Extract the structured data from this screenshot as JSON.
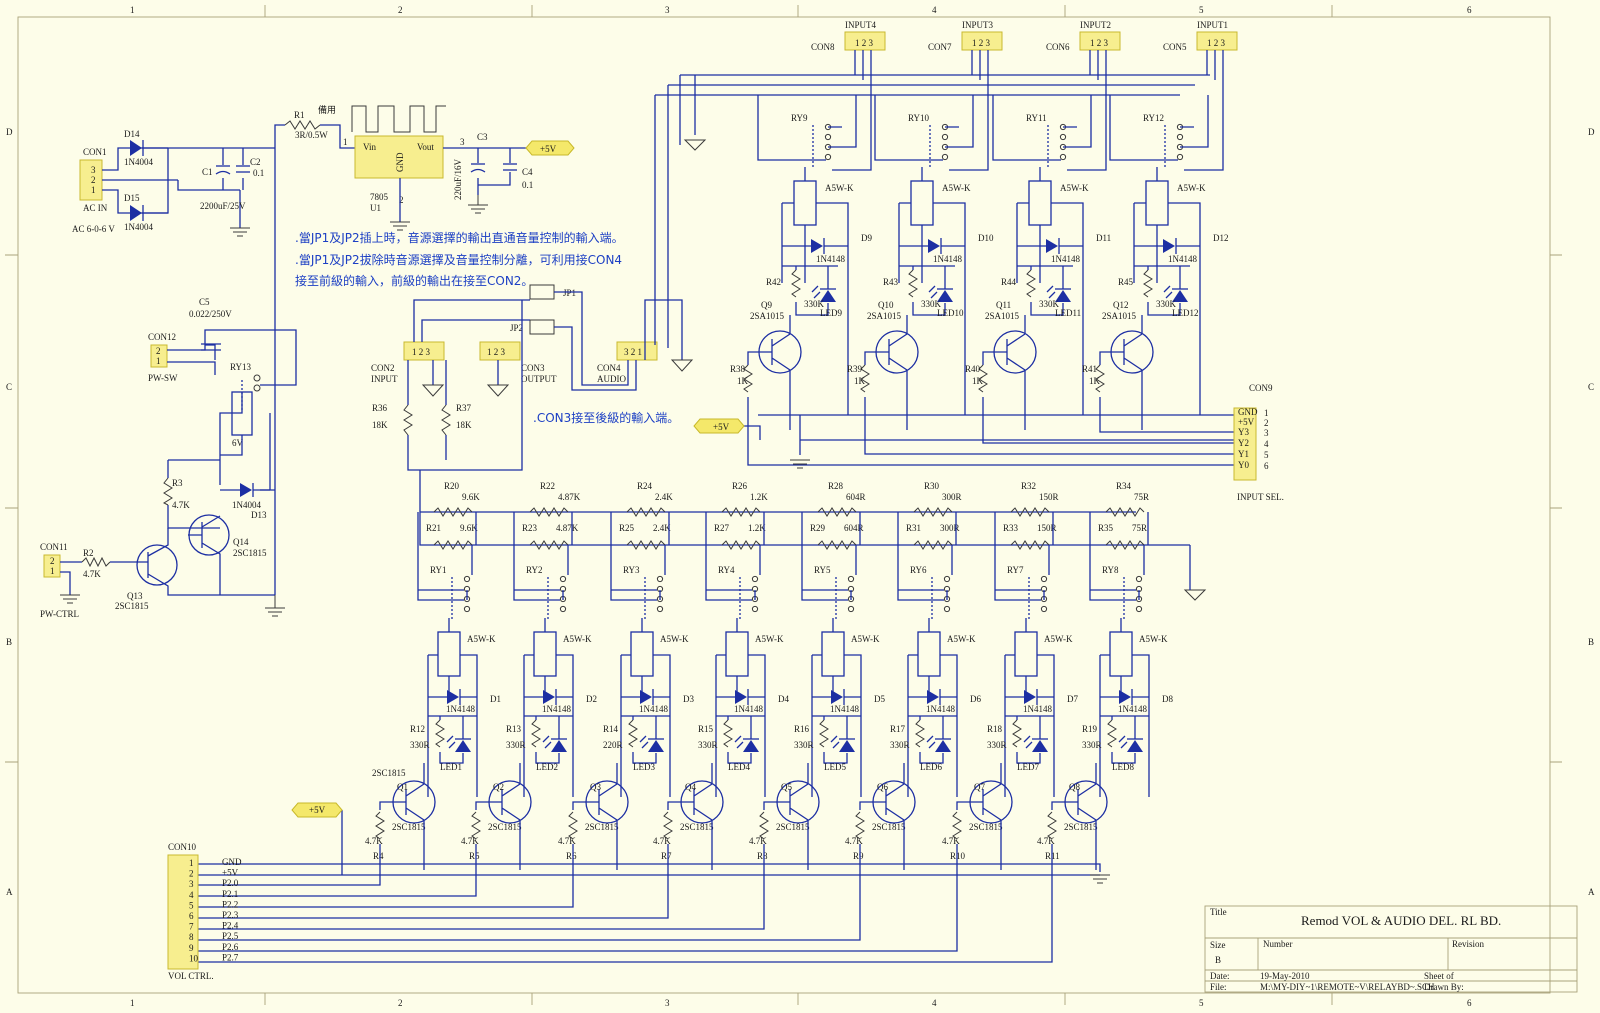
{
  "frame": {
    "columns": [
      "1",
      "2",
      "3",
      "4",
      "5",
      "6"
    ],
    "rows": [
      "D",
      "C",
      "B",
      "A"
    ]
  },
  "title_block": {
    "title_label": "Title",
    "title": "Remod VOL & AUDIO DEL. RL BD.",
    "size_label": "Size",
    "size": "B",
    "number_label": "Number",
    "revision_label": "Revision",
    "date_label": "Date:",
    "date": "19-May-2010",
    "sheet_label": "Sheet    of",
    "file_label": "File:",
    "file": "M:\\MY-DIY~1\\REMOTE~V\\RELAYBD~.SCH",
    "drawn_label": "Drawn By:"
  },
  "power": {
    "con1": {
      "ref": "CON1",
      "pins": [
        "3",
        "2",
        "1"
      ],
      "label": "AC IN",
      "sub": "AC 6-0-6 V"
    },
    "d14": {
      "ref": "D14",
      "value": "1N4004"
    },
    "d15": {
      "ref": "D15",
      "value": "1N4004"
    },
    "c1": {
      "ref": "C1",
      "value": "2200uF/25V"
    },
    "c2": {
      "ref": "C2",
      "value": "0.1"
    },
    "r1": {
      "ref": "R1",
      "value": "3R/0.5W",
      "note": "備用"
    },
    "u1": {
      "ref": "U1",
      "value": "7805",
      "vin": "Vin",
      "vout": "Vout",
      "gnd": "GND",
      "p1": "1",
      "p2": "2",
      "p3": "3"
    },
    "c3": {
      "ref": "C3",
      "value": "220uF/16V"
    },
    "c4": {
      "ref": "C4",
      "value": "0.1"
    },
    "plus5v": "+5V"
  },
  "notes": [
    ".當JP1及JP2插上時，音源選擇的輸出直通音量控制的輸入端。",
    ".當JP1及JP2拔除時音源選擇及音量控制分離，可利用接CON4",
    " 接至前級的輸入，前級的輸出在接至CON2。",
    ".CON3接至後級的輸入端。"
  ],
  "jumpers": {
    "jp1": "JP1",
    "jp2": "JP2"
  },
  "con2": {
    "ref": "CON2",
    "label": "INPUT",
    "pins": "1 2 3"
  },
  "con3": {
    "ref": "CON3",
    "label": "OUTPUT",
    "pins": "1 2 3"
  },
  "con4": {
    "ref": "CON4",
    "label": "AUDIO",
    "pins": "3 2 1"
  },
  "r36": {
    "ref": "R36",
    "value": "18K"
  },
  "r37": {
    "ref": "R37",
    "value": "18K"
  },
  "pwr_ctrl": {
    "c5": {
      "ref": "C5",
      "value": "0.022/250V"
    },
    "con12": {
      "ref": "CON12",
      "pins": [
        "2",
        "1"
      ],
      "label": "PW-SW"
    },
    "ry13": {
      "ref": "RY13",
      "coil": "6V"
    },
    "r3": {
      "ref": "R3",
      "value": "4.7K"
    },
    "d13": {
      "ref": "D13",
      "value": "1N4004"
    },
    "q14": {
      "ref": "Q14",
      "value": "2SC1815"
    },
    "con11": {
      "ref": "CON11",
      "pins": [
        "2",
        "1"
      ],
      "label": "PW-CTRL"
    },
    "r2": {
      "ref": "R2",
      "value": "4.7K"
    },
    "q13": {
      "ref": "Q13",
      "value": "2SC1815"
    }
  },
  "inputs": [
    {
      "input": "INPUT4",
      "con": "CON8",
      "ry": "RY9",
      "coil": "A5W-K",
      "d": "D9",
      "dval": "1N4148",
      "r": "R42",
      "rval": "330K",
      "led": "LED9",
      "q": "Q9",
      "qval": "2SA1015",
      "rb": "R38",
      "rbval": "1K"
    },
    {
      "input": "INPUT3",
      "con": "CON7",
      "ry": "RY10",
      "coil": "A5W-K",
      "d": "D10",
      "dval": "1N4148",
      "r": "R43",
      "rval": "330K",
      "led": "LED10",
      "q": "Q10",
      "qval": "2SA1015",
      "rb": "R39",
      "rbval": "1K"
    },
    {
      "input": "INPUT2",
      "con": "CON6",
      "ry": "RY11",
      "coil": "A5W-K",
      "d": "D11",
      "dval": "1N4148",
      "r": "R44",
      "rval": "330K",
      "led": "LED11",
      "q": "Q11",
      "qval": "2SA1015",
      "rb": "R40",
      "rbval": "1K"
    },
    {
      "input": "INPUT1",
      "con": "CON5",
      "ry": "RY12",
      "coil": "A5W-K",
      "d": "D12",
      "dval": "1N4148",
      "r": "R45",
      "rval": "330K",
      "led": "LED12",
      "q": "Q12",
      "qval": "2SA1015",
      "rb": "R41",
      "rbval": "1K"
    }
  ],
  "con9": {
    "ref": "CON9",
    "label": "INPUT SEL.",
    "signals": [
      "GND",
      "+5V",
      "Y3",
      "Y2",
      "Y1",
      "Y0"
    ],
    "pins": [
      "1",
      "2",
      "3",
      "4",
      "5",
      "6"
    ],
    "plus5v": "+5V"
  },
  "attenuator": [
    {
      "rt": "R20",
      "rtv": "9.6K",
      "rb": "R21",
      "rbv": "9.6K",
      "ry": "RY1",
      "coil": "A5W-K",
      "d": "D1",
      "dval": "1N4148",
      "r": "R12",
      "rval": "330R",
      "led": "LED1",
      "q": "Q1",
      "qval": "2SC1815",
      "rbase": "R4",
      "rbaseval": "4.7K"
    },
    {
      "rt": "R22",
      "rtv": "4.87K",
      "rb": "R23",
      "rbv": "4.87K",
      "ry": "RY2",
      "coil": "A5W-K",
      "d": "D2",
      "dval": "1N4148",
      "r": "R13",
      "rval": "330R",
      "led": "LED2",
      "q": "Q2",
      "qval": "2SC1815",
      "rbase": "R5",
      "rbaseval": "4.7K"
    },
    {
      "rt": "R24",
      "rtv": "2.4K",
      "rb": "R25",
      "rbv": "2.4K",
      "ry": "RY3",
      "coil": "A5W-K",
      "d": "D3",
      "dval": "1N4148",
      "r": "R14",
      "rval": "220R",
      "led": "LED3",
      "q": "Q3",
      "qval": "2SC1815",
      "rbase": "R6",
      "rbaseval": "4.7K"
    },
    {
      "rt": "R26",
      "rtv": "1.2K",
      "rb": "R27",
      "rbv": "1.2K",
      "ry": "RY4",
      "coil": "A5W-K",
      "d": "D4",
      "dval": "1N4148",
      "r": "R15",
      "rval": "330R",
      "led": "LED4",
      "q": "Q4",
      "qval": "2SC1815",
      "rbase": "R7",
      "rbaseval": "4.7K"
    },
    {
      "rt": "R28",
      "rtv": "604R",
      "rb": "R29",
      "rbv": "604R",
      "ry": "RY5",
      "coil": "A5W-K",
      "d": "D5",
      "dval": "1N4148",
      "r": "R16",
      "rval": "330R",
      "led": "LED5",
      "q": "Q5",
      "qval": "2SC1815",
      "rbase": "R8",
      "rbaseval": "4.7K"
    },
    {
      "rt": "R30",
      "rtv": "300R",
      "rb": "R31",
      "rbv": "300R",
      "ry": "RY6",
      "coil": "A5W-K",
      "d": "D6",
      "dval": "1N4148",
      "r": "R17",
      "rval": "330R",
      "led": "LED6",
      "q": "Q6",
      "qval": "2SC1815",
      "rbase": "R9",
      "rbaseval": "4.7K"
    },
    {
      "rt": "R32",
      "rtv": "150R",
      "rb": "R33",
      "rbv": "150R",
      "ry": "RY7",
      "coil": "A5W-K",
      "d": "D7",
      "dval": "1N4148",
      "r": "R18",
      "rval": "330R",
      "led": "LED7",
      "q": "Q7",
      "qval": "2SC1815",
      "rbase": "R10",
      "rbaseval": "4.7K"
    },
    {
      "rt": "R34",
      "rtv": "75R",
      "rb": "R35",
      "rbv": "75R",
      "ry": "RY8",
      "coil": "A5W-K",
      "d": "D8",
      "dval": "1N4148",
      "r": "R19",
      "rval": "330R",
      "led": "LED8",
      "q": "Q8",
      "qval": "2SC1815",
      "rbase": "R11",
      "rbaseval": "4.7K"
    }
  ],
  "con10": {
    "ref": "CON10",
    "label": "VOL CTRL.",
    "pins": [
      "1",
      "2",
      "3",
      "4",
      "5",
      "6",
      "7",
      "8",
      "9",
      "10"
    ],
    "signals": [
      "GND",
      "+5V",
      "P2.0",
      "P2.1",
      "P2.2",
      "P2.3",
      "P2.4",
      "P2.5",
      "P2.6",
      "P2.7"
    ],
    "plus5v": "+5V"
  }
}
